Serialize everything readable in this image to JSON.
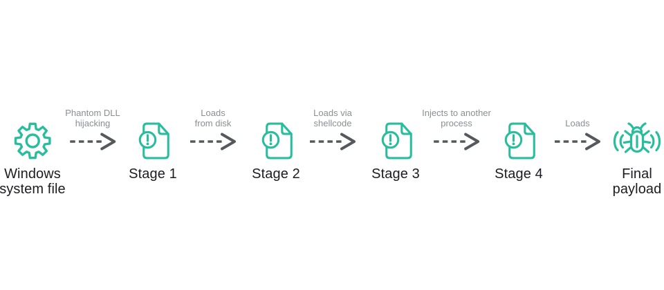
{
  "colors": {
    "icon-teal": "#28bd9c",
    "arrow-gray": "#55585d",
    "label-gray": "#8a8e93",
    "text-dark": "#1b1b22",
    "background": "#ffffff"
  },
  "flow": {
    "nodes": [
      {
        "id": "windows-system-file",
        "icon": "gear-icon",
        "label": "Windows\nsystem file"
      },
      {
        "id": "stage-1",
        "icon": "malicious-file-icon",
        "label": "Stage 1"
      },
      {
        "id": "stage-2",
        "icon": "malicious-file-icon",
        "label": "Stage 2"
      },
      {
        "id": "stage-3",
        "icon": "malicious-file-icon",
        "label": "Stage 3"
      },
      {
        "id": "stage-4",
        "icon": "malicious-file-icon",
        "label": "Stage 4"
      },
      {
        "id": "final-payload",
        "icon": "bug-icon",
        "label": "Final\npayload"
      }
    ],
    "connectors": [
      {
        "id": "phantom-dll-hijacking",
        "label": "Phantom DLL\nhijacking"
      },
      {
        "id": "loads-from-disk",
        "label": "Loads\nfrom disk"
      },
      {
        "id": "loads-via-shellcode",
        "label": "Loads via\nshellcode"
      },
      {
        "id": "injects-to-another-process",
        "label": "Injects to another\nprocess"
      },
      {
        "id": "loads",
        "label": "Loads"
      }
    ]
  }
}
